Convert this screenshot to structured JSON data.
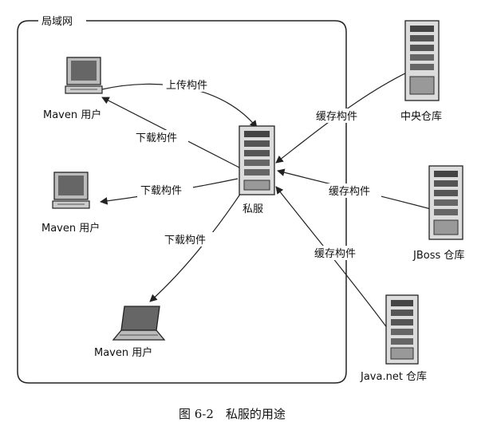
{
  "lan": {
    "label": "局域网"
  },
  "private_server": {
    "label": "私服"
  },
  "users": [
    {
      "label": "Maven 用户"
    },
    {
      "label": "Maven 用户"
    },
    {
      "label": "Maven 用户"
    }
  ],
  "repositories": [
    {
      "label": "中央仓库"
    },
    {
      "label": "JBoss 仓库"
    },
    {
      "label": "Java.net 仓库"
    }
  ],
  "edges": {
    "upload": "上传构件",
    "download": [
      "下载构件",
      "下载构件",
      "下载构件"
    ],
    "cache": [
      "缓存构件",
      "缓存构件",
      "缓存构件"
    ]
  },
  "caption": "图 6-2　私服的用途"
}
